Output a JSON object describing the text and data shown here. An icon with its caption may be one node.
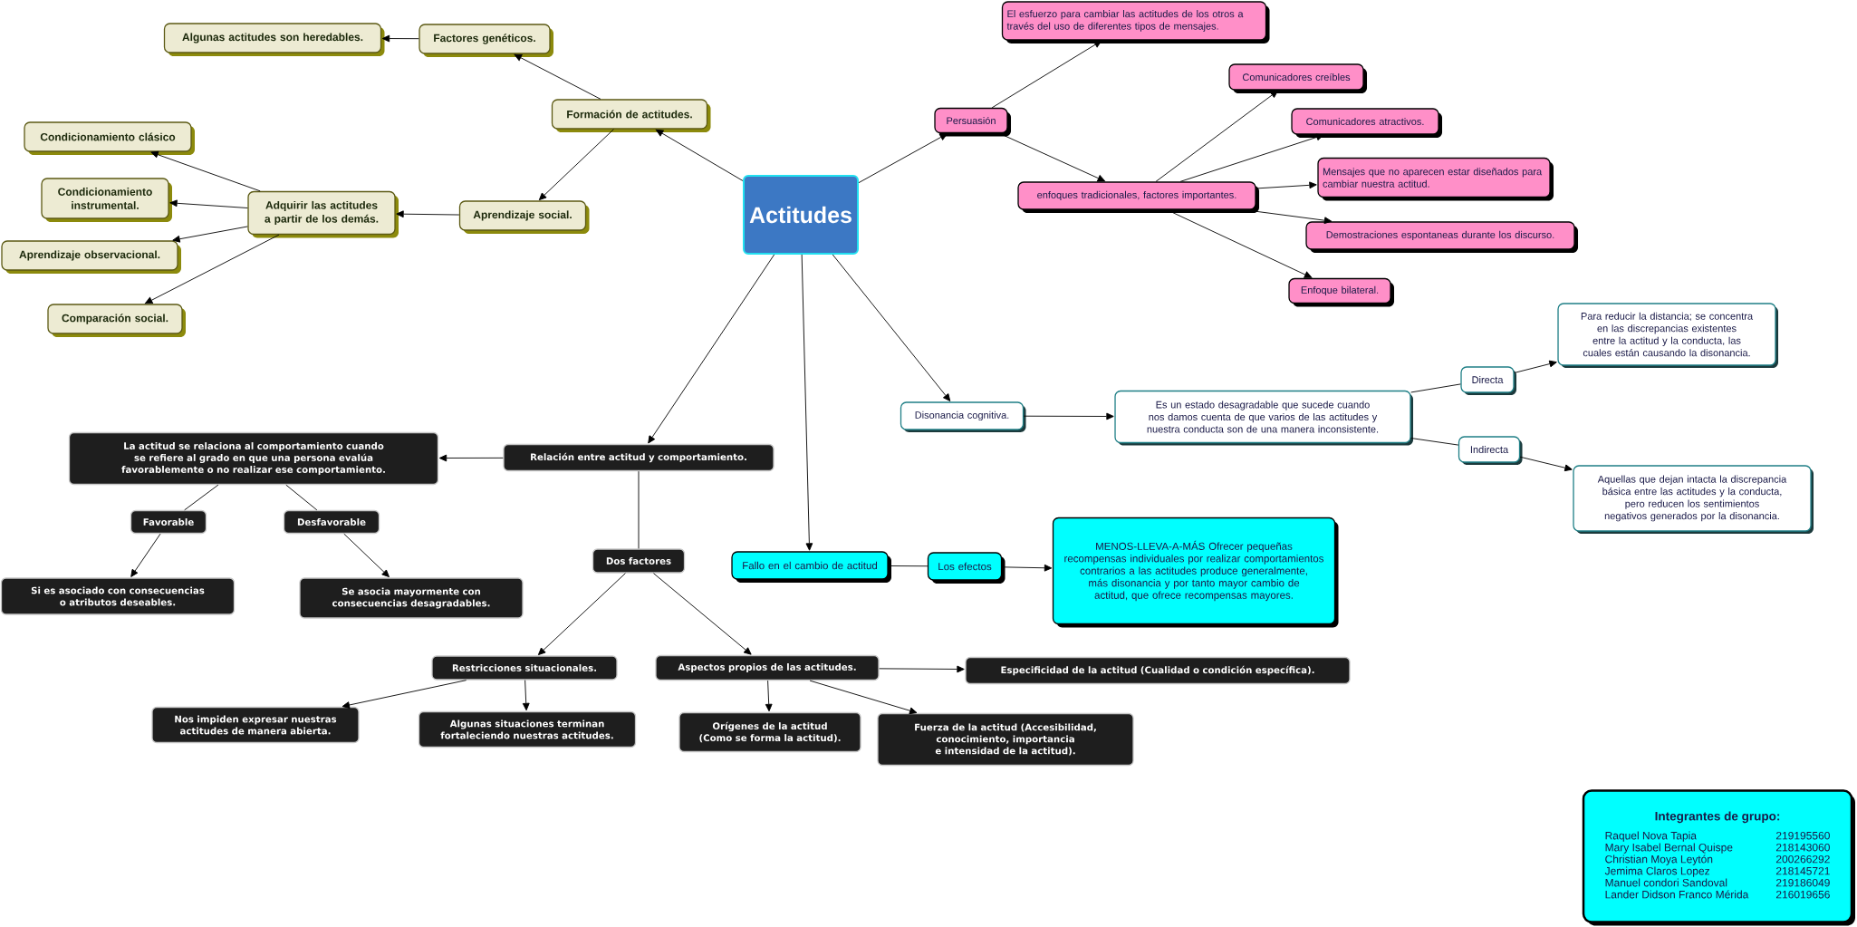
{
  "diagram": {
    "nodes": [
      {
        "text": [
          "Actitudes"
        ]
      },
      {
        "text": [
          "Formación de actitudes."
        ]
      },
      {
        "text": [
          "Factores genéticos."
        ]
      },
      {
        "text": [
          "Algunas actitudes son heredables."
        ]
      },
      {
        "text": [
          "Aprendizaje social."
        ]
      },
      {
        "text": [
          "Adquirir las actitudes a partir de los demás."
        ]
      },
      {
        "text": [
          "Condicionamiento clásico"
        ]
      },
      {
        "text": [
          "Condicionamiento instrumental."
        ]
      },
      {
        "text": [
          "Aprendizaje observacional."
        ]
      },
      {
        "text": [
          "Comparación social."
        ]
      },
      {
        "text": [
          "Persuasión"
        ]
      },
      {
        "text": [
          "El esfuerzo para cambiar las actitudes de los otros a través del uso de diferentes tipos de mensajes."
        ]
      },
      {
        "text": [
          "enfoques tradicionales, factores importantes."
        ]
      },
      {
        "text": [
          "Comunicadores creíbles"
        ]
      },
      {
        "text": [
          "Comunicadores atractivos."
        ]
      },
      {
        "text": [
          "Mensajes que no aparecen estar diseñados para cambiar nuestra actitud."
        ]
      },
      {
        "text": [
          "Demostraciones espontaneas durante los discurso."
        ]
      },
      {
        "text": [
          "Enfoque bilateral."
        ]
      },
      {
        "text": [
          "Disonancia cognitiva."
        ]
      },
      {
        "text": [
          "Es un estado desagradable que sucede cuando nos damos cuenta de que varios de las actitudes y nuestra conducta son de una manera inconsistente."
        ]
      },
      {
        "text": [
          "Directa"
        ]
      },
      {
        "text": [
          "Indirecta"
        ]
      },
      {
        "text": [
          "Para reducir la distancia; se concentra en las discrepancias existentes entre la actitud y la conducta, las cuales están causando la disonancia."
        ]
      },
      {
        "text": [
          "Aquellas que dejan intacta la discrepancia básica entre las actitudes y la conducta, pero reducen los sentimientos negativos generados por la disonancia."
        ]
      },
      {
        "text": [
          "Fallo en el cambio de actitud"
        ]
      },
      {
        "text": [
          "Los efectos"
        ]
      },
      {
        "text": [
          "MENOS-LLEVA-A-MÁS Ofrecer pequeñas recompensas individuales por realizar comportamientos contrarios a las actitudes produce generalmente, más disonancia y por tanto mayor cambio de actitud, que ofrece recompensas mayores."
        ]
      },
      {
        "text": [
          "Relación entre actitud y comportamiento."
        ]
      },
      {
        "text": [
          "La actitud se relaciona al comportamiento cuando se refiere al grado en que una persona evalúa favorablemente o no realizar ese comportamiento."
        ]
      },
      {
        "text": [
          "Favorable"
        ]
      },
      {
        "text": [
          "Desfavorable"
        ]
      },
      {
        "text": [
          "Si es asociado con consecuencias o atributos deseables."
        ]
      },
      {
        "text": [
          "Se asocia mayormente con consecuencias desagradables."
        ]
      },
      {
        "text": [
          "Dos factores"
        ]
      },
      {
        "text": [
          "Restricciones situacionales."
        ]
      },
      {
        "text": [
          "Nos impiden expresar nuestras actitudes de manera abierta."
        ]
      },
      {
        "text": [
          "Algunas situaciones terminan fortaleciendo nuestras actitudes."
        ]
      },
      {
        "text": [
          "Aspectos propios de las actitudes."
        ]
      },
      {
        "text": [
          "Especificidad de la actitud (Cualidad o condición específica)."
        ]
      },
      {
        "text": [
          "Orígenes de la actitud (Como se forma la actitud)."
        ]
      },
      {
        "text": [
          "Fuerza de la actitud (Accesibilidad, conocimiento, importancia e intensidad de la actitud)."
        ]
      },
      {
        "text": [
          "Integrantes de grupo:",
          "Raquel Nova Tapia",
          "219195560",
          "Mary Isabel Bernal Quispe",
          "218143060",
          "Christian Moya Leytón",
          "200266292",
          "Jemima Claros Lopez",
          "218145721",
          "Manuel condori Sandoval",
          "219186049",
          "Lander Didson Franco Mérida",
          "216019656"
        ]
      }
    ],
    "edges": [
      {
        "from": 0,
        "to": 1,
        "arrow": "to"
      },
      {
        "from": 1,
        "to": 2,
        "arrow": "to"
      },
      {
        "from": 2,
        "to": 3,
        "arrow": "to"
      },
      {
        "from": 1,
        "to": 4,
        "arrow": "to"
      },
      {
        "from": 4,
        "to": 5,
        "arrow": "to"
      },
      {
        "from": 5,
        "to": 6,
        "arrow": "to"
      },
      {
        "from": 5,
        "to": 7,
        "arrow": "to"
      },
      {
        "from": 5,
        "to": 8,
        "arrow": "to"
      },
      {
        "from": 5,
        "to": 9,
        "arrow": "to"
      },
      {
        "from": 0,
        "to": 10,
        "arrow": "to"
      },
      {
        "from": 10,
        "to": 11,
        "arrow": "to"
      },
      {
        "from": 10,
        "to": 12,
        "arrow": "to"
      },
      {
        "from": 12,
        "to": 13,
        "arrow": "to"
      },
      {
        "from": 12,
        "to": 14,
        "arrow": "to"
      },
      {
        "from": 12,
        "to": 15,
        "arrow": "to"
      },
      {
        "from": 12,
        "to": 16,
        "arrow": "to"
      },
      {
        "from": 12,
        "to": 17,
        "arrow": "to"
      },
      {
        "from": 0,
        "to": 18,
        "arrow": "to"
      },
      {
        "from": 18,
        "to": 19,
        "arrow": "to"
      },
      {
        "from": 19,
        "to": 20,
        "arrow": "none"
      },
      {
        "from": 20,
        "to": 22,
        "arrow": "to"
      },
      {
        "from": 19,
        "to": 21,
        "arrow": "none"
      },
      {
        "from": 21,
        "to": 23,
        "arrow": "to"
      },
      {
        "from": 0,
        "to": 24,
        "arrow": "to"
      },
      {
        "from": 24,
        "to": 25,
        "arrow": "none"
      },
      {
        "from": 25,
        "to": 26,
        "arrow": "to"
      },
      {
        "from": 0,
        "to": 27,
        "arrow": "to"
      },
      {
        "from": 27,
        "to": 28,
        "arrow": "to"
      },
      {
        "from": 28,
        "to": 29,
        "arrow": "none"
      },
      {
        "from": 29,
        "to": 31,
        "arrow": "to"
      },
      {
        "from": 28,
        "to": 30,
        "arrow": "none"
      },
      {
        "from": 30,
        "to": 32,
        "arrow": "to"
      },
      {
        "from": 27,
        "to": 33,
        "arrow": "none"
      },
      {
        "from": 33,
        "to": 34,
        "arrow": "to"
      },
      {
        "from": 33,
        "to": 37,
        "arrow": "to"
      },
      {
        "from": 34,
        "to": 35,
        "arrow": "to"
      },
      {
        "from": 34,
        "to": 36,
        "arrow": "to"
      },
      {
        "from": 37,
        "to": 38,
        "arrow": "to"
      },
      {
        "from": 37,
        "to": 39,
        "arrow": "to"
      },
      {
        "from": 37,
        "to": 40,
        "arrow": "to"
      }
    ]
  }
}
